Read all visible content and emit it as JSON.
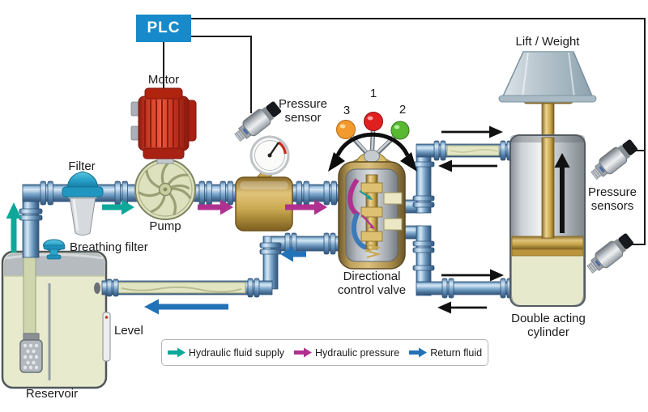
{
  "plc": {
    "label": "PLC"
  },
  "labels": {
    "motor": "Motor",
    "pump": "Pump",
    "filter": "Filter",
    "breathing_filter": "Breathing filter",
    "level": "Level",
    "reservoir": "Reservoir",
    "lift_weight": "Lift / Weight",
    "pressure_sensor_line1": "Pressure",
    "pressure_sensor_line2": "sensor",
    "pressure_sensors_line1": "Pressure",
    "pressure_sensors_line2": "sensors",
    "valve_line1": "Directional",
    "valve_line2": "control valve",
    "cylinder_line1": "Double acting",
    "cylinder_line2": "cylinder"
  },
  "valve_positions": {
    "pos1": "1",
    "pos2": "2",
    "pos3": "3"
  },
  "legend": {
    "items": [
      {
        "label": "Hydraulic fluid supply",
        "color": "#0da89a"
      },
      {
        "label": "Hydraulic pressure",
        "color": "#b03090"
      },
      {
        "label": "Return fluid",
        "color": "#2272b8"
      }
    ]
  },
  "colors": {
    "supply": "#0da89a",
    "pressure": "#b03090",
    "return_fluid": "#2272b8",
    "plc": "#168aca",
    "flow_black": "#111111"
  }
}
